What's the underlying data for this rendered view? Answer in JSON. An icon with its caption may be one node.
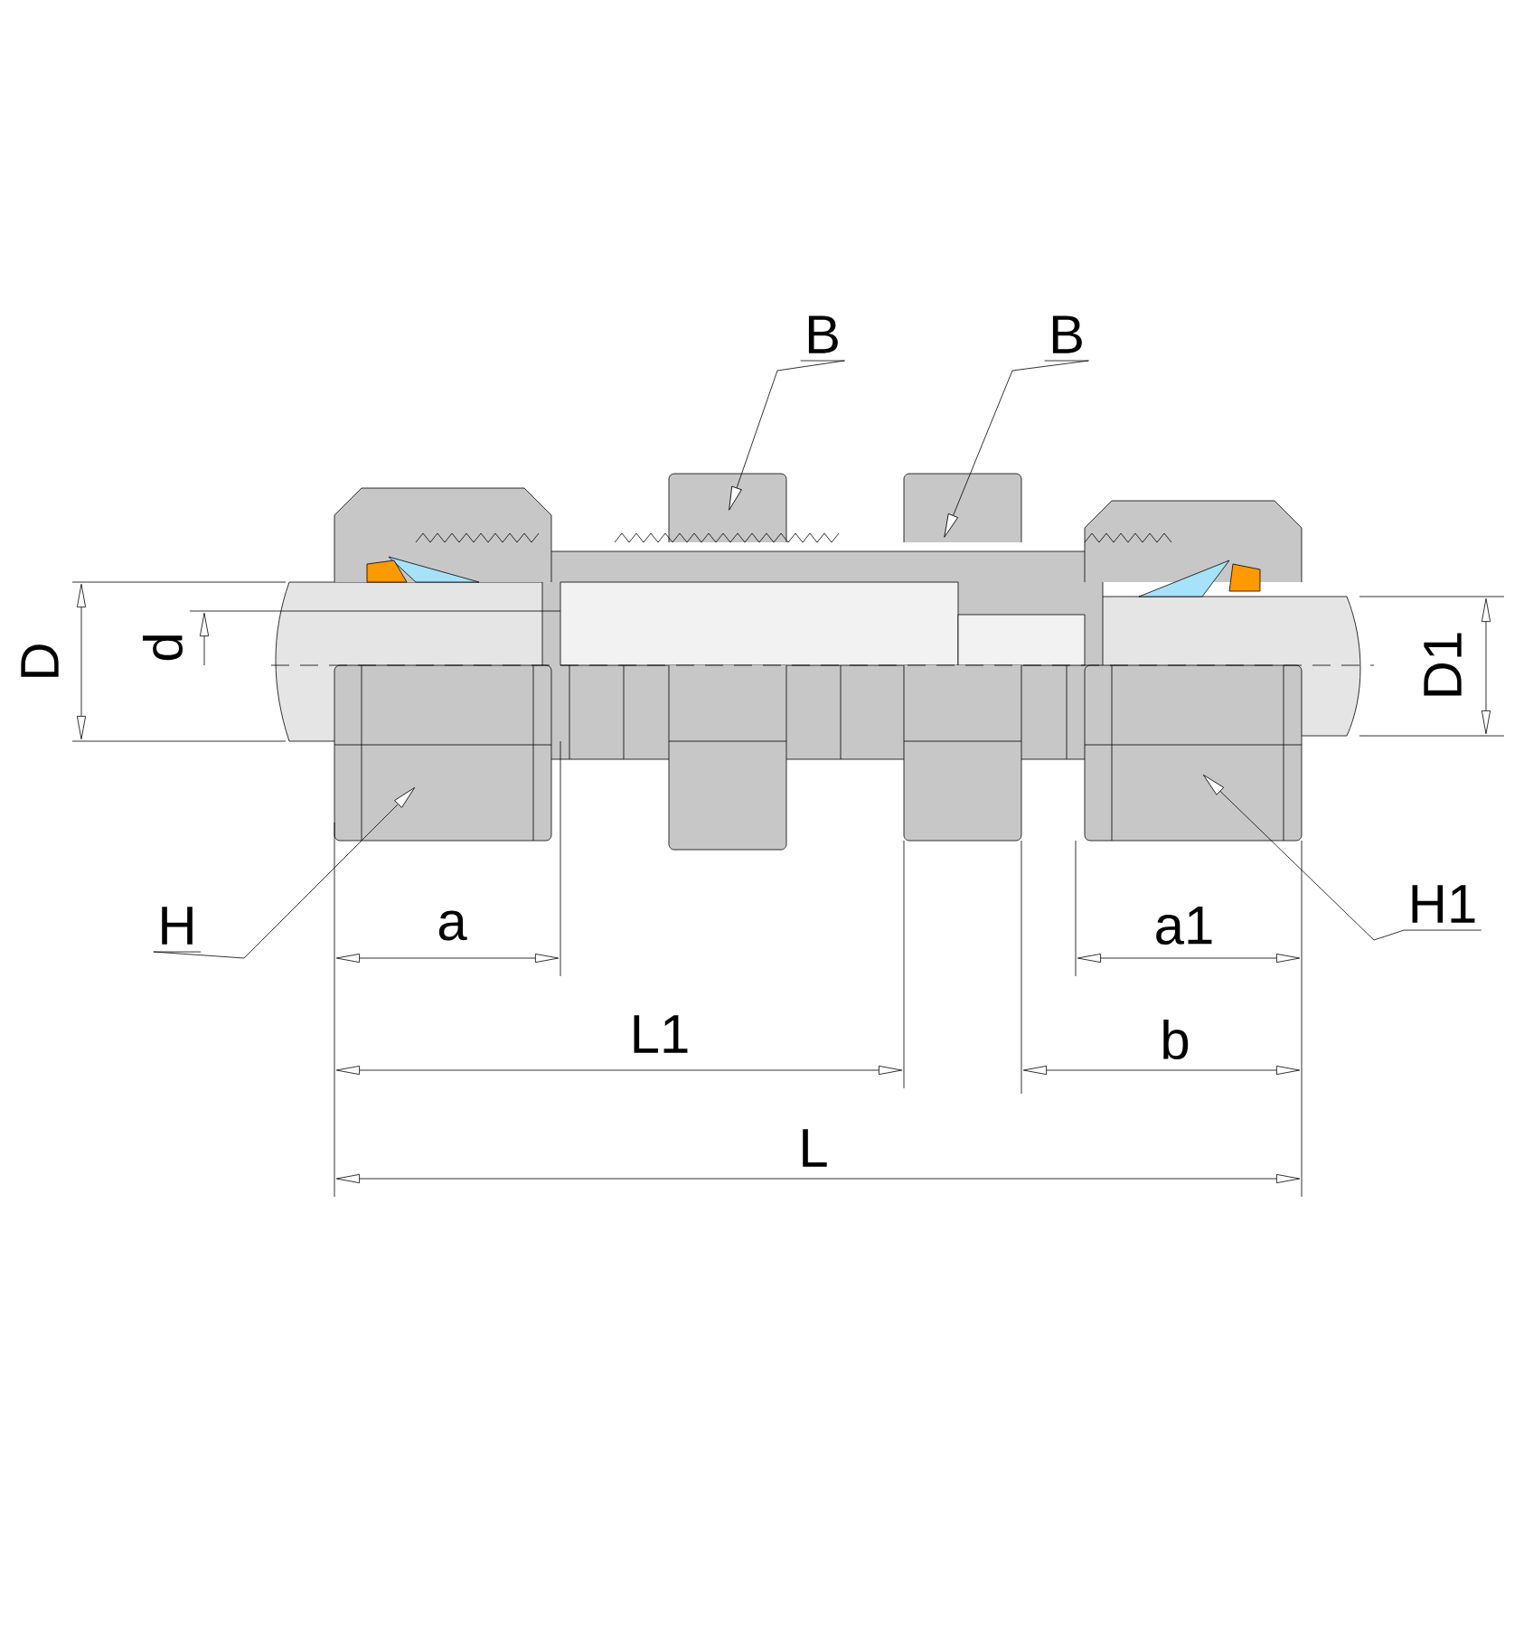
{
  "diagram": {
    "nodes": [
      {
        "text": [
          "B"
        ]
      },
      {
        "text": [
          "B"
        ]
      },
      {
        "text": [
          "H"
        ]
      },
      {
        "text": [
          "H1"
        ]
      }
    ],
    "edges": [
      {
        "from": 0,
        "to": null,
        "arrow": "to"
      },
      {
        "from": 1,
        "to": null,
        "arrow": "to"
      },
      {
        "from": 2,
        "to": null,
        "arrow": "to"
      },
      {
        "from": 3,
        "to": null,
        "arrow": "to"
      }
    ],
    "labels": [
      "D",
      "d",
      "D1",
      "a",
      "a1",
      "L1",
      "b",
      "L"
    ]
  }
}
